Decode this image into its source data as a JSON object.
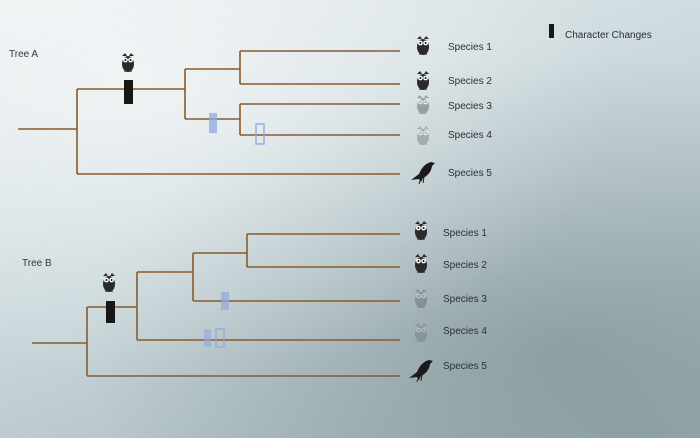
{
  "legend": {
    "label": "Character Changes",
    "color": "#1a1616"
  },
  "tree_a": {
    "title": "Tree A",
    "species": [
      "Species 1",
      "Species 2",
      "Species 3",
      "Species 4",
      "Species 5"
    ]
  },
  "tree_b": {
    "title": "Tree B",
    "species": [
      "Species 1",
      "Species 2",
      "Species 3",
      "Species 4",
      "Species 5"
    ]
  },
  "colors": {
    "branch": "#8a5a2b",
    "change_solid": "#1a1616",
    "change_faded": "#8fa9dd"
  },
  "icons": {
    "species_1_2": "owl-icon",
    "species_3_4": "faded-owl-icon",
    "species_5": "crow-icon"
  }
}
